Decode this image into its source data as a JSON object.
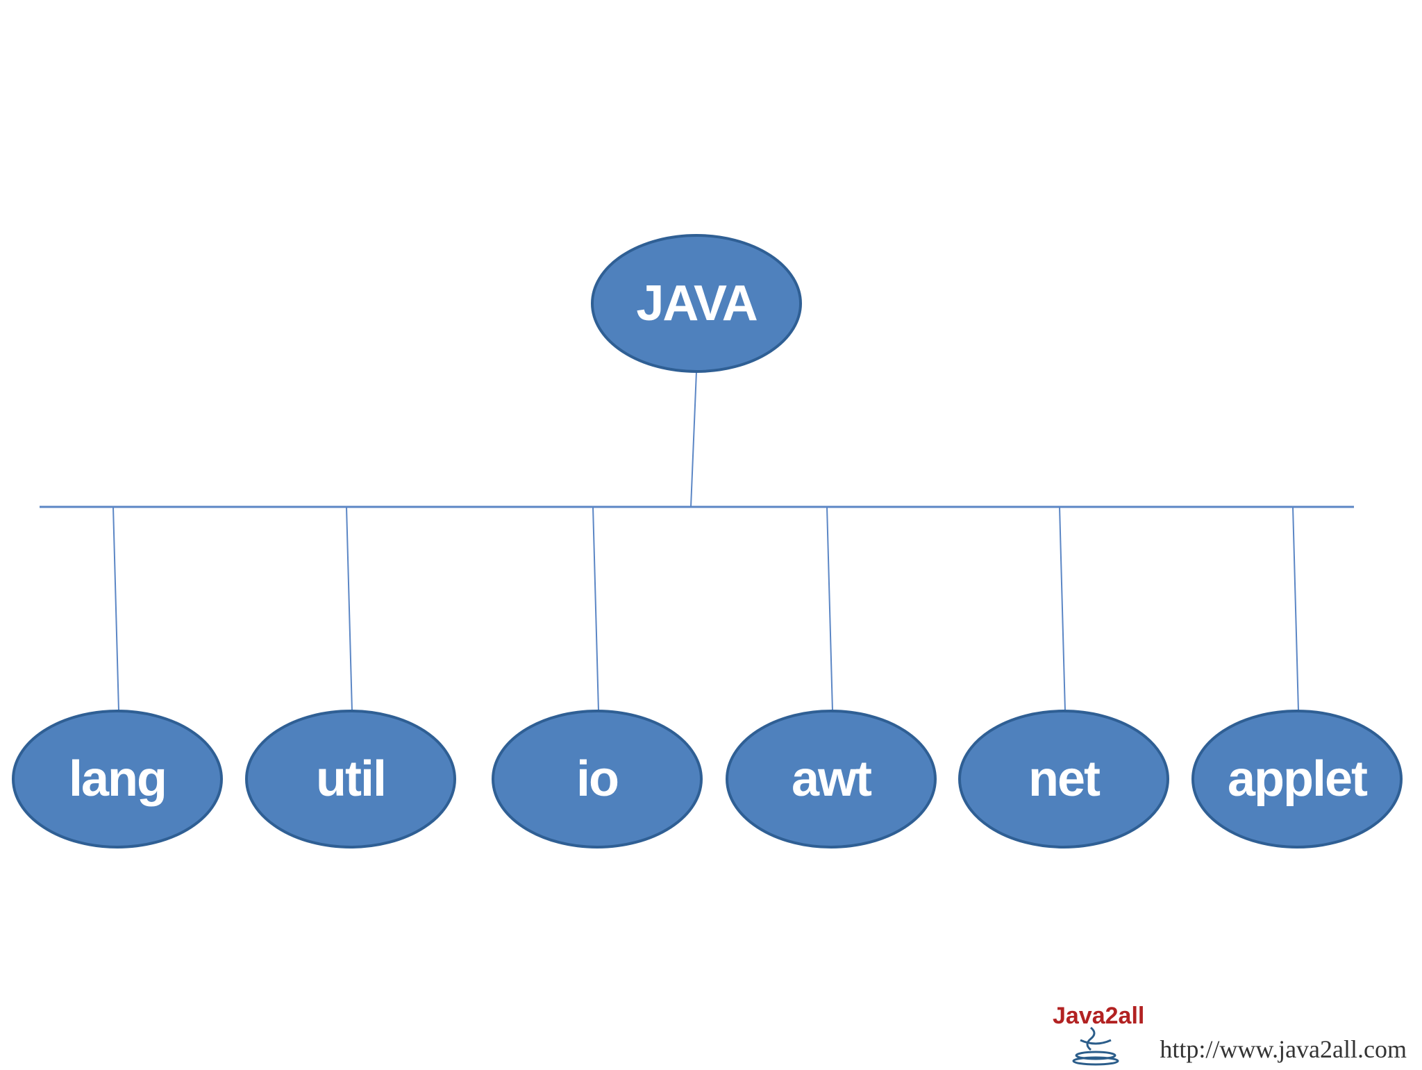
{
  "diagram": {
    "root": {
      "label": "JAVA"
    },
    "children": [
      {
        "label": "lang"
      },
      {
        "label": "util"
      },
      {
        "label": "io"
      },
      {
        "label": "awt"
      },
      {
        "label": "net"
      },
      {
        "label": "applet"
      }
    ]
  },
  "colors": {
    "node_fill": "#4f81bd",
    "node_stroke": "#2f5f94",
    "line": "#5b86c5",
    "label": "#ffffff"
  },
  "footer": {
    "logo_text": "Java2all",
    "logo_icon": "java-cup-icon",
    "url": "http://www.java2all.com"
  }
}
